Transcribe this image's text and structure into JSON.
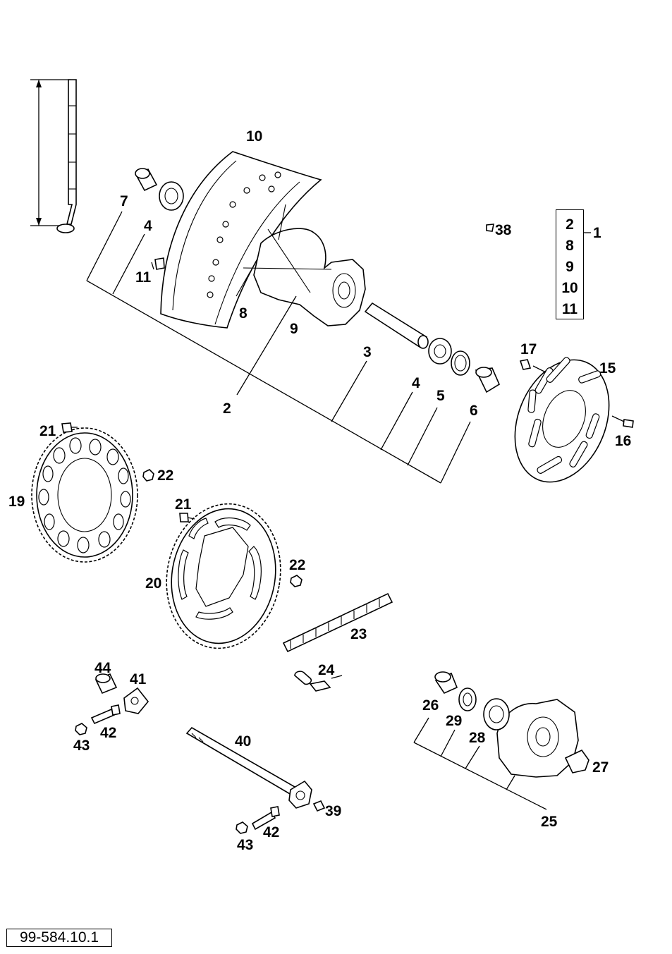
{
  "diagram": {
    "reference": "99-584.10.1",
    "kit_box": {
      "items": [
        "2",
        "8",
        "9",
        "10",
        "11"
      ],
      "label": "1"
    },
    "labels": {
      "l7": "7",
      "l4a": "4",
      "l11": "11",
      "l10": "10",
      "l8": "8",
      "l9": "9",
      "l2": "2",
      "l3": "3",
      "l4b": "4",
      "l5": "5",
      "l6": "6",
      "l38": "38",
      "l17": "17",
      "l15": "15",
      "l16": "16",
      "l21a": "21",
      "l22a": "22",
      "l19": "19",
      "l21b": "21",
      "l22b": "22",
      "l20": "20",
      "l23": "23",
      "l24": "24",
      "l44": "44",
      "l41": "41",
      "l42a": "42",
      "l43a": "43",
      "l40": "40",
      "l39": "39",
      "l42b": "42",
      "l43b": "43",
      "l26": "26",
      "l29": "29",
      "l28": "28",
      "l27": "27",
      "l25": "25"
    }
  }
}
